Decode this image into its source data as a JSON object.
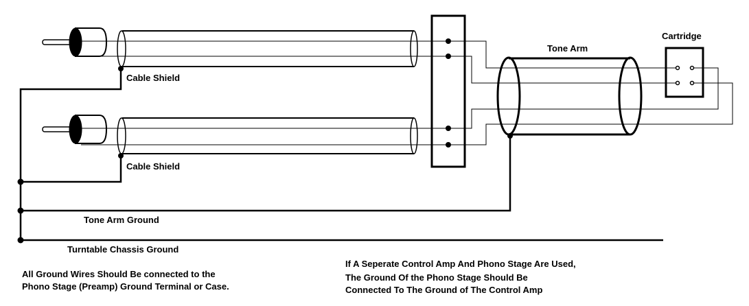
{
  "labels": {
    "cable_shield_top": "Cable Shield",
    "cable_shield_bottom": "Cable Shield",
    "tone_arm": "Tone Arm",
    "cartridge": "Cartridge",
    "tone_arm_ground": "Tone Arm Ground",
    "chassis_ground": "Turntable Chassis Ground"
  },
  "notes": {
    "left": [
      "All Ground Wires Should Be connected to the",
      "Phono Stage (Preamp) Ground Terminal or Case."
    ],
    "right": [
      "If A Seperate Control Amp And Phono Stage Are Used,",
      "The Ground Of the Phono Stage Should Be",
      "Connected To The Ground of The Control Amp"
    ]
  },
  "colors": {
    "ink": "#000000",
    "background": "#ffffff"
  }
}
